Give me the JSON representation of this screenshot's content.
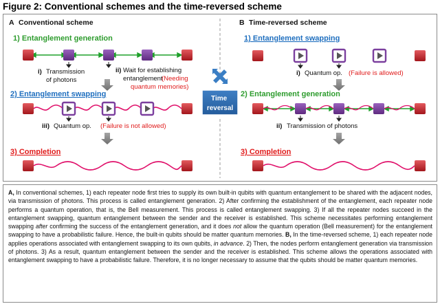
{
  "figure_title": "Figure 2: Conventional schemes and the time-reversed scheme",
  "left_panel": {
    "letter": "A",
    "title": "Conventional scheme",
    "step1": "1) Entanglement generation",
    "step1_note_i_label": "i)",
    "step1_note_i_lines": [
      "Transmission",
      "of photons"
    ],
    "step1_note_ii_label": "ii)",
    "step1_note_ii_lines": [
      "Wait for establishing",
      "entanglement"
    ],
    "step1_note_ii_red_lines": [
      "(Needing",
      "quantum memories)"
    ],
    "step2": "2) Entanglement swapping",
    "step2_note_label": "iii)",
    "step2_note": "Quantum  op.",
    "step2_note_red": "(Failure is not allowed)",
    "step3": "3) Completion"
  },
  "center": {
    "label_lines": [
      "Time",
      "reversal"
    ]
  },
  "right_panel": {
    "letter": "B",
    "title": "Time-reversed scheme",
    "step1": "1) Entanglement swapping",
    "step1_note_label": "i)",
    "step1_note": "Quantum  op.",
    "step1_note_red": "(Failure is allowed)",
    "step2": "2) Entanglement generation",
    "step2_note_label": "ii)",
    "step2_note": "Transmission of photons",
    "step3": "3) Completion"
  },
  "colors": {
    "green_step": "#2e9c2e",
    "blue_step": "#1f6fbf",
    "red_step": "#e01b1b",
    "node_red": "#c1272d",
    "node_purple": "#7b3f9e",
    "wave": "#e0106a",
    "green_arrow": "#1fa02a",
    "time_reversal_box": "#2e6db0",
    "cross": "#3a7ec4"
  },
  "caption_segments": [
    {
      "t": "A,",
      "s": "b"
    },
    {
      "t": " In conventional schemes, 1) each repeater node first tries to supply its own built-in qubits with quantum entanglement to be shared with the adjacent nodes, via transmission of photons. This process is called entanglement generation. 2) After confirming the establishment of the entanglement, each repeater node performs a quantum operation, that is, the Bell measurement. This process is called entanglement swapping. 3) If all the repeater nodes succeed in the entanglement swapping, quantum entanglement between the sender and the receiver is established. This scheme necessitates performing entanglement swapping "
    },
    {
      "t": "after",
      "s": "i"
    },
    {
      "t": " confirming the success of the entanglement generation, and it does "
    },
    {
      "t": "not",
      "s": "i"
    },
    {
      "t": " allow the quantum operation (Bell measurement) for the entanglement swapping to have a probabilistic failure. Hence, the built-in qubits should be matter quantum memories. "
    },
    {
      "t": "B,",
      "s": "b"
    },
    {
      "t": " In the time-reversed scheme, 1) each repeater node applies operations associated with entanglement swapping to its own qubits, "
    },
    {
      "t": "in advance",
      "s": "i"
    },
    {
      "t": ". 2) Then, the nodes perform entanglement generation via transmission of photons. 3) As a result, quantum entanglement between the sender and the receiver is established. This scheme allows the operations associated with entanglement swapping to have a probabilistic failure. Therefore, it is no longer necessary to assume that the qubits should be matter quantum memories."
    }
  ]
}
